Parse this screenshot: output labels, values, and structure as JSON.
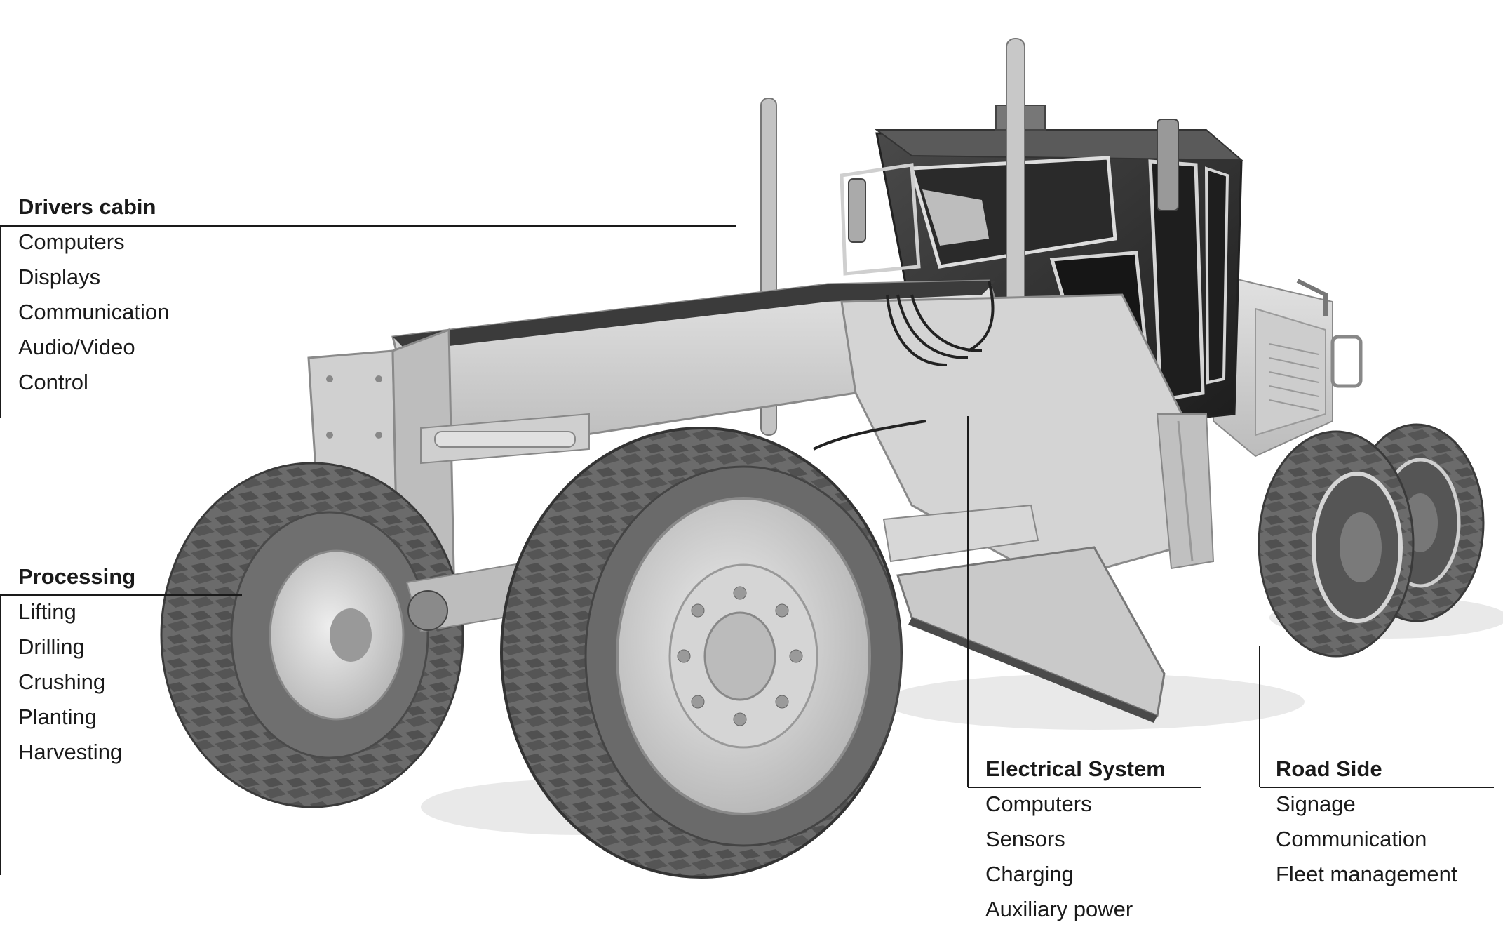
{
  "callouts": {
    "drivers_cabin": {
      "title": "Drivers cabin",
      "items": [
        "Computers",
        "Displays",
        "Communication",
        "Audio/Video",
        "Control"
      ]
    },
    "processing": {
      "title": "Processing",
      "items": [
        "Lifting",
        "Drilling",
        "Crushing",
        "Planting",
        "Harvesting"
      ]
    },
    "electrical_system": {
      "title": "Electrical System",
      "items": [
        "Computers",
        "Sensors",
        "Charging",
        "Auxiliary power"
      ]
    },
    "road_side": {
      "title": "Road Side",
      "items": [
        "Signage",
        "Communication",
        "Fleet management"
      ]
    }
  },
  "illustration": {
    "subject": "motor-grader",
    "colors": {
      "body": "#cfcfcf",
      "tire": "#5a5a5a",
      "cab": "#2e2e2e",
      "rule": "#1a1a1a"
    }
  }
}
